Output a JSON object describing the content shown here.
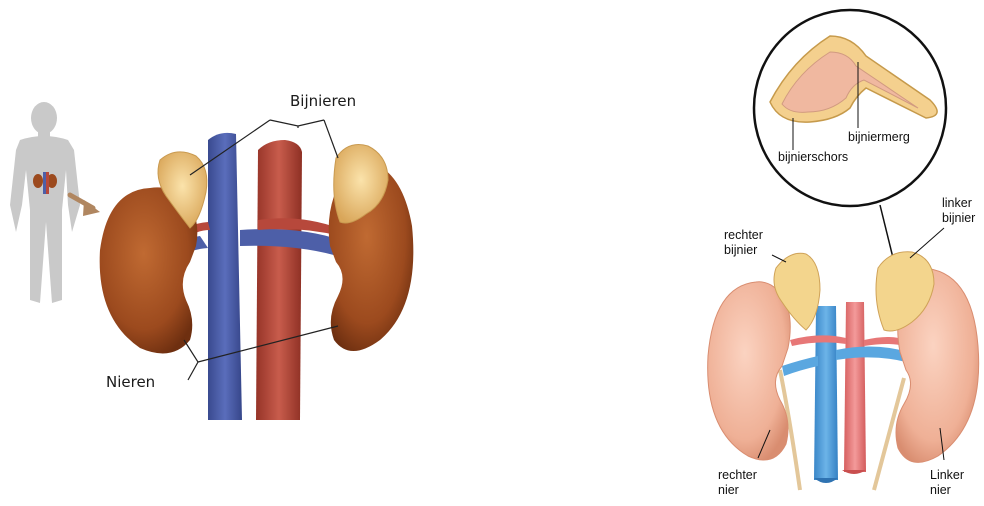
{
  "left_figure": {
    "label_adrenals": "Bijnieren",
    "label_kidneys": "Nieren"
  },
  "right_figure": {
    "inset": {
      "label_medulla": "bijniermerg",
      "label_cortex": "bijnierschors"
    },
    "label_left_adrenal_line1": "linker",
    "label_left_adrenal_line2": "bijnier",
    "label_right_adrenal_line1": "rechter",
    "label_right_adrenal_line2": "bijnier",
    "label_right_kidney_line1": "rechter",
    "label_right_kidney_line2": "nier",
    "label_left_kidney_line1": "Linker",
    "label_left_kidney_line2": "nier"
  },
  "colors": {
    "kidney_left_fig": "#9c4a1e",
    "adrenal_left_fig": "#f0c780",
    "vein": "#4d5fa8",
    "artery": "#b7483b",
    "kidney_right_fig": "#f2b79e",
    "adrenal_right_fig": "#f3d58d",
    "vein_right_fig": "#4b9bd6",
    "artery_right_fig": "#e77777",
    "silhouette": "#c9c9c9",
    "arrow": "#b08660"
  }
}
